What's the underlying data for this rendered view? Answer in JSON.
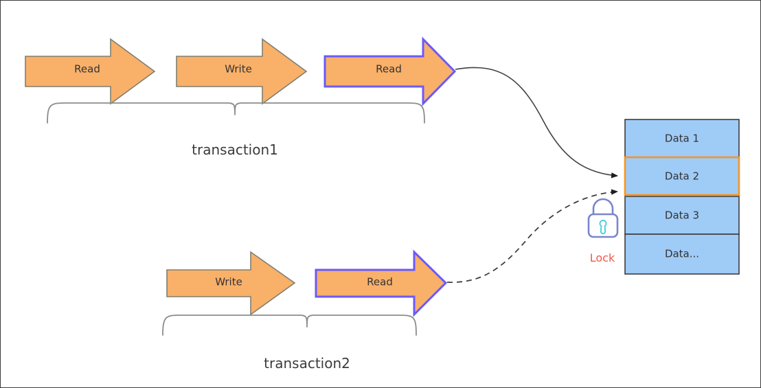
{
  "diagram": {
    "title": "Database transaction row-lock diagram",
    "background": "#ffffff",
    "frame_color": "#3c3c3c"
  },
  "palette": {
    "arrow_fill": "#f9b069",
    "arrow_stroke_plain": "#7f7f6f",
    "arrow_stroke_highlight": "#6a5af9",
    "connector_stroke": "#3f3f3f",
    "brace_stroke": "#8c8c8c",
    "table_cell_fill": "#9fcbf7",
    "table_stroke": "#3c3c3c",
    "table_highlight_stroke": "#f7941e",
    "lock_outline": "#7986cb",
    "lock_keyhole": "#4dd0d8",
    "lock_text": "#f4564b",
    "text": "#333333"
  },
  "transactions": [
    {
      "id": "transaction1",
      "label": "transaction1",
      "steps": [
        {
          "label": "Read",
          "highlighted": false
        },
        {
          "label": "Write",
          "highlighted": false
        },
        {
          "label": "Read",
          "highlighted": true
        }
      ]
    },
    {
      "id": "transaction2",
      "label": "transaction2",
      "steps": [
        {
          "label": "Write",
          "highlighted": false
        },
        {
          "label": "Read",
          "highlighted": true
        }
      ]
    }
  ],
  "connectors": [
    {
      "id": "transaction1-to-data2",
      "style": "solid",
      "from": "transaction1 last Read",
      "to": "Data 2"
    },
    {
      "id": "transaction2-to-data2",
      "style": "dashed",
      "from": "transaction2 last Read",
      "to": "Data 2"
    }
  ],
  "lock": {
    "label": "Lock",
    "icon": "lock-icon"
  },
  "data_table": {
    "rows": [
      {
        "label": "Data 1",
        "highlighted": false
      },
      {
        "label": "Data 2",
        "highlighted": true
      },
      {
        "label": "Data 3",
        "highlighted": false
      },
      {
        "label": "Data...",
        "highlighted": false
      }
    ]
  }
}
